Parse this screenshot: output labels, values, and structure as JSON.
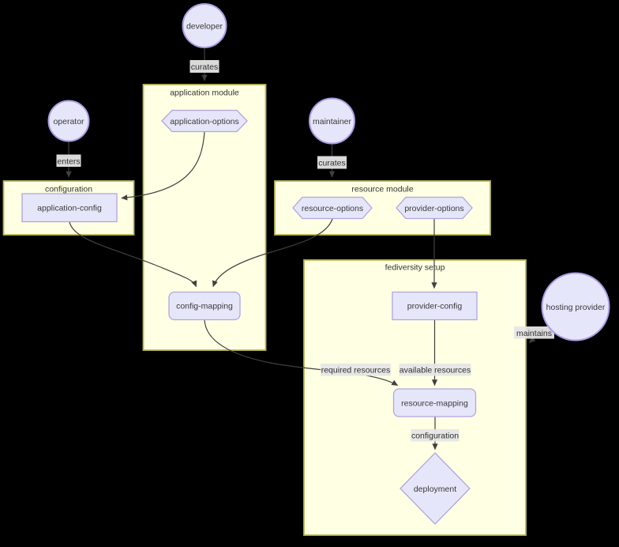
{
  "diagram": {
    "background_color": "#000000",
    "theme": {
      "cluster_fill": "#ffffe3",
      "cluster_border": "#b9b955",
      "node_fill": "#e6e6fa",
      "node_border": "#b0a5e0",
      "actor_border": "#ab9ce2",
      "edge_color": "#404040",
      "edge_label_bg": "#e6e6e6",
      "text_color": "#3a3a3a"
    },
    "actors": {
      "developer": {
        "label": "developer",
        "shape": "circle"
      },
      "operator": {
        "label": "operator",
        "shape": "circle"
      },
      "maintainer": {
        "label": "maintainer",
        "shape": "circle"
      },
      "hosting_provider": {
        "label": "hosting provider",
        "shape": "circle"
      }
    },
    "clusters": {
      "application_module": {
        "title": "application module"
      },
      "configuration": {
        "title": "configuration"
      },
      "resource_module": {
        "title": "resource module"
      },
      "fediversity_setup": {
        "title": "fediversity setup"
      }
    },
    "nodes": {
      "application_options": {
        "label": "application-options",
        "shape": "hexagon"
      },
      "resource_options": {
        "label": "resource-options",
        "shape": "hexagon"
      },
      "provider_options": {
        "label": "provider-options",
        "shape": "hexagon"
      },
      "application_config": {
        "label": "application-config",
        "shape": "rectangle"
      },
      "config_mapping": {
        "label": "config-mapping",
        "shape": "rounded-rectangle"
      },
      "provider_config": {
        "label": "provider-config",
        "shape": "rectangle"
      },
      "resource_mapping": {
        "label": "resource-mapping",
        "shape": "rounded-rectangle"
      },
      "deployment": {
        "label": "deployment",
        "shape": "diamond"
      }
    },
    "edge_labels": {
      "developer_curates": {
        "label": "curates"
      },
      "operator_enters": {
        "label": "enters"
      },
      "maintainer_curates": {
        "label": "curates"
      },
      "hosting_provider_maintains": {
        "label": "maintains"
      },
      "required_resources": {
        "label": "required resources"
      },
      "available_resources": {
        "label": "available resources"
      },
      "deployment_configuration": {
        "label": "configuration"
      }
    }
  }
}
